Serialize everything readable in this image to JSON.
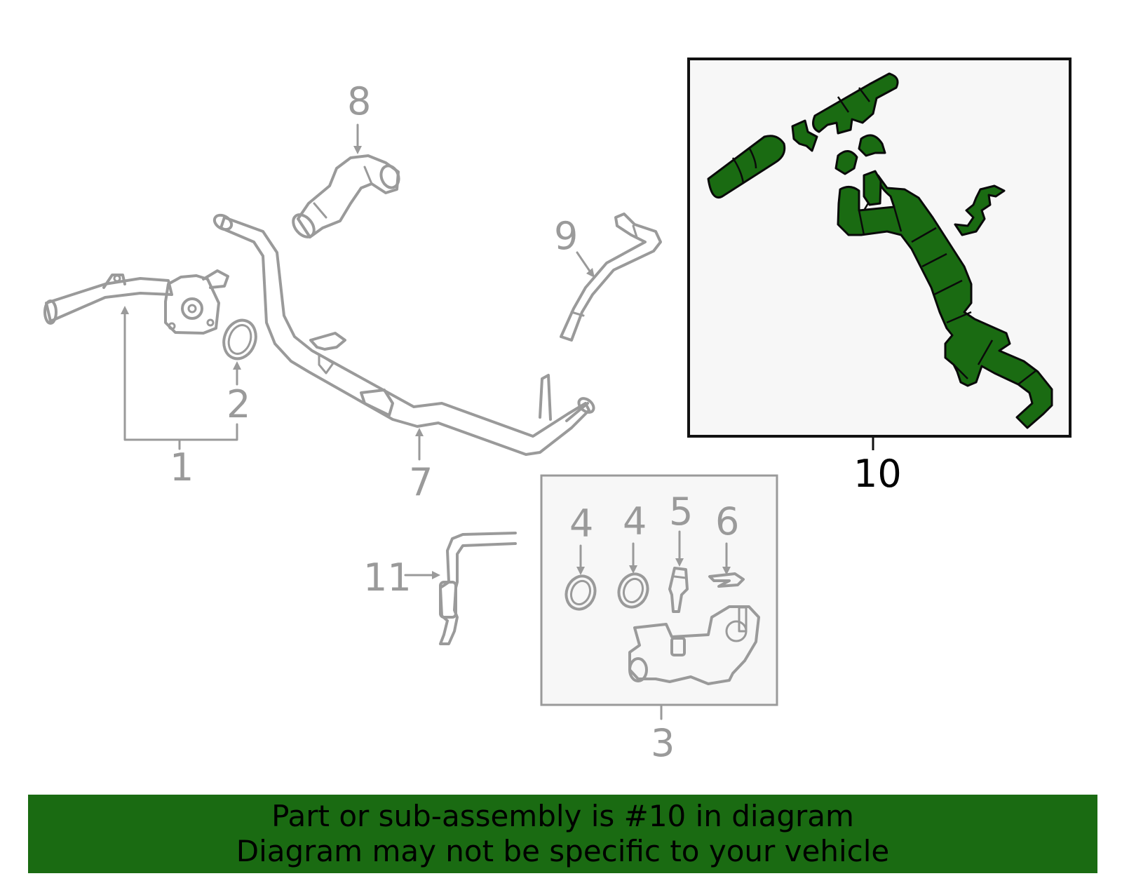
{
  "callouts": {
    "c1": "1",
    "c2": "2",
    "c3": "3",
    "c4a": "4",
    "c4b": "4",
    "c5": "5",
    "c6": "6",
    "c7": "7",
    "c8": "8",
    "c9": "9",
    "c10": "10",
    "c11": "11"
  },
  "highlighted_part": "10",
  "colors": {
    "highlight_green": "#1a6b12",
    "part_gray": "#9a9a9a"
  },
  "banner": {
    "line1": "Part or sub-assembly is #10 in diagram",
    "line2": "Diagram may not be specific to your vehicle"
  }
}
